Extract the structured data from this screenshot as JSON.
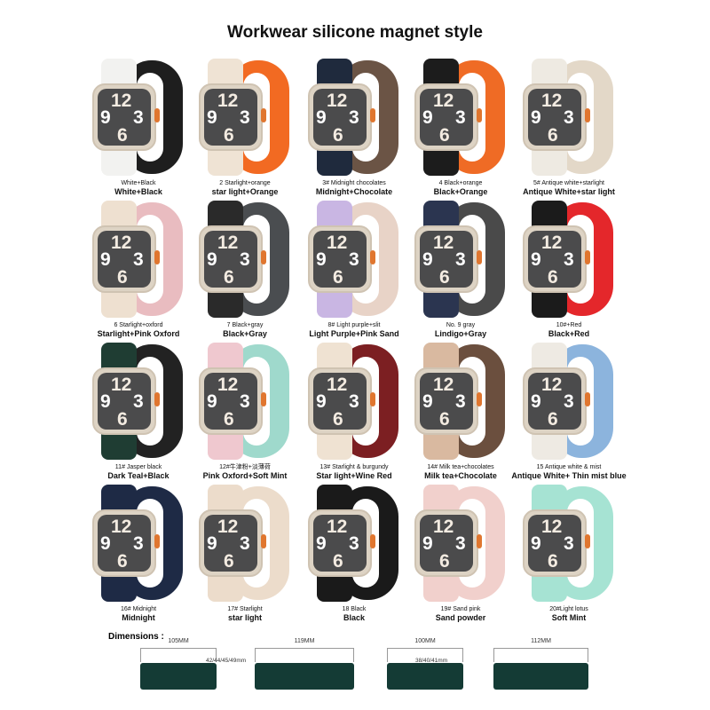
{
  "title": "Workwear silicone magnet style",
  "items": [
    {
      "sub": "White+Black",
      "main": "White+Black",
      "front": "#f2f2f0",
      "back": "#1e1e1e"
    },
    {
      "sub": "2 Starlight+orange",
      "main": "star light+Orange",
      "front": "#efe3d4",
      "back": "#f26a22"
    },
    {
      "sub": "3# Midnight chocolates",
      "main": "Midnight+Chocolate",
      "front": "#1f2a3d",
      "back": "#6b5445"
    },
    {
      "sub": "4 Black+orange",
      "main": "Black+Orange",
      "front": "#1c1c1c",
      "back": "#ef6b25"
    },
    {
      "sub": "5# Antique white+starlight",
      "main": "Antique White+star light",
      "front": "#eeeae2",
      "back": "#e3d8c8"
    },
    {
      "sub": "6 Starlight+oxford",
      "main": "Starlight+Pink Oxford",
      "front": "#eee0d0",
      "back": "#e9bcc0"
    },
    {
      "sub": "7 Black+gray",
      "main": "Black+Gray",
      "front": "#2a2a2a",
      "back": "#4a4d50"
    },
    {
      "sub": "8# Light purple+slit",
      "main": "Light Purple+Pink Sand",
      "front": "#c9b6e3",
      "back": "#e8d3c7"
    },
    {
      "sub": "No. 9 gray",
      "main": "Lindigo+Gray",
      "front": "#2b3550",
      "back": "#4a4a4a"
    },
    {
      "sub": "10#+Red",
      "main": "Black+Red",
      "front": "#1b1b1b",
      "back": "#e4272b"
    },
    {
      "sub": "11# Jasper black",
      "main": "Dark Teal+Black",
      "front": "#1f3d33",
      "back": "#222222"
    },
    {
      "sub": "12#牛津粉+淡薄荷",
      "main": "Pink Oxford+Soft Mint",
      "front": "#efc8cf",
      "back": "#9fd9cc"
    },
    {
      "sub": "13# Starlight & burgundy",
      "main": "Star light+Wine Red",
      "front": "#efe2d2",
      "back": "#7c1f22"
    },
    {
      "sub": "14# Milk tea+chocolates",
      "main": "Milk tea+Chocolate",
      "front": "#d9b9a0",
      "back": "#6b4f3e"
    },
    {
      "sub": "15 Antique white & mist",
      "main": "Antique White+ Thin mist blue",
      "front": "#eeeae3",
      "back": "#8cb4dd"
    },
    {
      "sub": "16# Midnight",
      "main": "Midnight",
      "front": "#1e2a45",
      "back": "#1e2a45"
    },
    {
      "sub": "17# Starlight",
      "main": "star light",
      "front": "#ecdccb",
      "back": "#ecdccb"
    },
    {
      "sub": "18 Black",
      "main": "Black",
      "front": "#1a1a1a",
      "back": "#1a1a1a"
    },
    {
      "sub": "19# Sand pink",
      "main": "Sand powder",
      "front": "#f1d0cc",
      "back": "#f1d0cc"
    },
    {
      "sub": "20#Light lotus",
      "main": "Soft Mint",
      "front": "#a6e3d3",
      "back": "#a6e3d3"
    }
  ],
  "face": {
    "n12": "12",
    "n9": "9",
    "n3": "3",
    "n6": "6"
  },
  "dimensions": {
    "title": "Dimensions :",
    "large": {
      "a": "105MM",
      "b": "119MM",
      "size": "42/44/45/49mm"
    },
    "small": {
      "a": "100MM",
      "b": "112MM",
      "size": "38/40/41mm"
    }
  }
}
